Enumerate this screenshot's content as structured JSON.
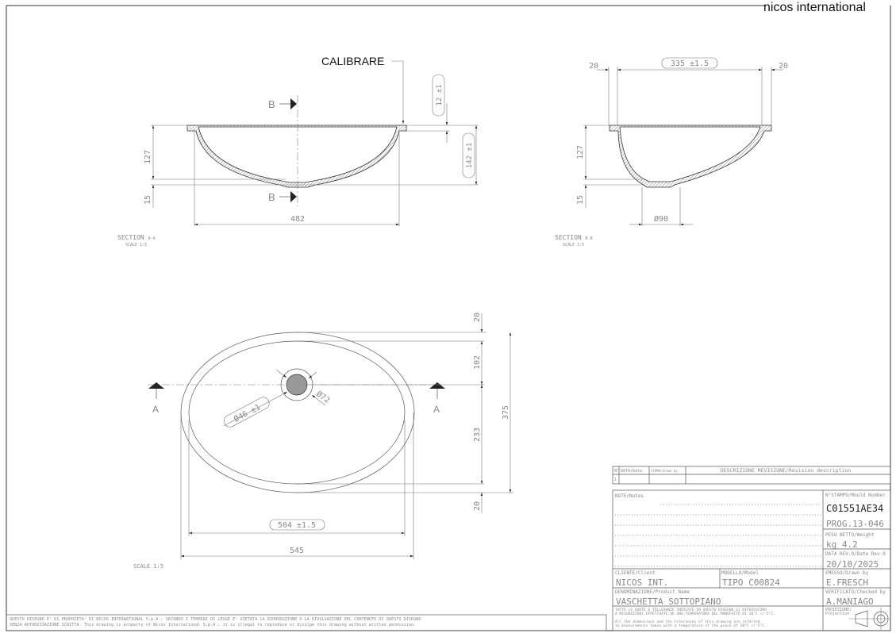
{
  "logo": "nicos international",
  "section_aa": {
    "callout": "CALIBRARE",
    "cut_label": "B",
    "dims": {
      "depth": "127",
      "base": "15",
      "width": "482",
      "rim": "12 ±1",
      "total": "142 ±1"
    },
    "title": "SECTION",
    "title_sub": "A-A",
    "scale": "SCALE 1:5"
  },
  "section_bb": {
    "dims": {
      "rim_left": "20",
      "width": "335 ±1.5",
      "rim_right": "20",
      "depth": "127",
      "base": "15",
      "drain": "Ø90"
    },
    "title": "SECTION",
    "title_sub": "B-B",
    "scale": "SCALE 1:5"
  },
  "plan": {
    "cut_label": "A",
    "dims": {
      "drain_inner": "Ø46 ±1",
      "drain_outer": "Ø72",
      "top_rim": "20",
      "top": "102",
      "bottom": "233",
      "bottom_rim": "20",
      "overall_depth": "375",
      "inner_width": "504 ±1.5",
      "outer_width": "545"
    },
    "scale": "SCALE 1:5"
  },
  "revision_table": {
    "headers": [
      "N°",
      "DATA/Date",
      "FIRMA/drawn by",
      "DESCRIZIONE REVISIONE/Revision description"
    ],
    "rows": [
      [
        "1",
        "",
        "",
        ""
      ]
    ]
  },
  "title_block": {
    "notes_label": "NOTE/Notes",
    "mould_label": "N°STAMPO/Mould Number",
    "mould_number": "C01551AE34",
    "prog": "PROG.13-046",
    "weight_label": "PESO NETTO/Weight",
    "weight": "kg 4.2",
    "date_label": "DATA REV.0/Date Rev.0",
    "date": "20/10/2025",
    "client_label": "CLIENTE/Client",
    "client": "NICOS INT.",
    "model_label": "MODELLO/Model",
    "model": "TIPO C00824",
    "drawn_label": "EMESSO/Drawn by",
    "drawn_by": "E.FRESCH",
    "product_label": "DENOMINAZIONE/Product Name",
    "product": "VASCHETTA SOTTOPIANO",
    "checked_label": "VERIFICATO/Checked by",
    "checked_by": "A.MANIAGO",
    "projection_label_1": "PROIEZIONE/",
    "projection_label_2": "Projection",
    "tolerance_it_1": "TUTTE LE QUOTE E TOLLERANZE INDICATE IN QUESTO DISEGNO SI RIFERISCONO",
    "tolerance_it_2": "A MISURAZIONI EFFETTUATE AD UNA TEMPERATURA DEL MANUFATTO DI 20°C +/-5°C.",
    "tolerance_en_1": "All the dimensions and the tolerances of this drawing are referred",
    "tolerance_en_2": "to measurements taken with a temperature of the piece of 20°C +/-5°C."
  },
  "footer": {
    "line1": "QUESTO DISEGNO E' DI PROPRIETA' DI NICOS INTERNATIONAL S.p.A.; SECONDO I TERMINI DI LEGGE E' VIETATA LA RIPRODUZIONE O LA DIVULGAZIONE DEL CONTENUTO DI QUESTO DISEGNO",
    "line2": "SENZA AUTORIZZAZIONE SCRITTA. This drawing is property of Nicos International S.p.A.; it is illegal to reproduce or divulge this drawing without written permission."
  }
}
